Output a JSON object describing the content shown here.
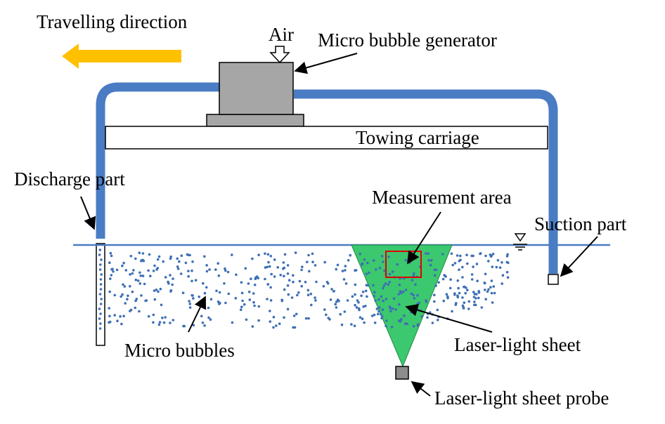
{
  "labels": {
    "travelling_direction": "Travelling direction",
    "air": "Air",
    "micro_bubble_generator": "Micro bubble generator",
    "towing_carriage": "Towing carriage",
    "discharge_part": "Discharge part",
    "measurement_area": "Measurement area",
    "suction_part": "Suction part",
    "micro_bubbles": "Micro bubbles",
    "laser_light_sheet": "Laser-light sheet",
    "laser_light_sheet_probe": "Laser-light sheet probe"
  },
  "colors": {
    "pipe": "#4a7cc4",
    "water_line": "#4a7cc4",
    "bubble": "#3e6fb5",
    "arrow_direction": "#ffc000",
    "generator": "#a6a6a6",
    "laser_sheet": "#3cc86e",
    "measurement_box": "#e00000",
    "probe": "#8c8c8c"
  },
  "icons": {
    "direction": "arrow-left-icon",
    "air_inlet": "arrow-down-outline-icon",
    "water_surface": "water-level-symbol-icon"
  }
}
